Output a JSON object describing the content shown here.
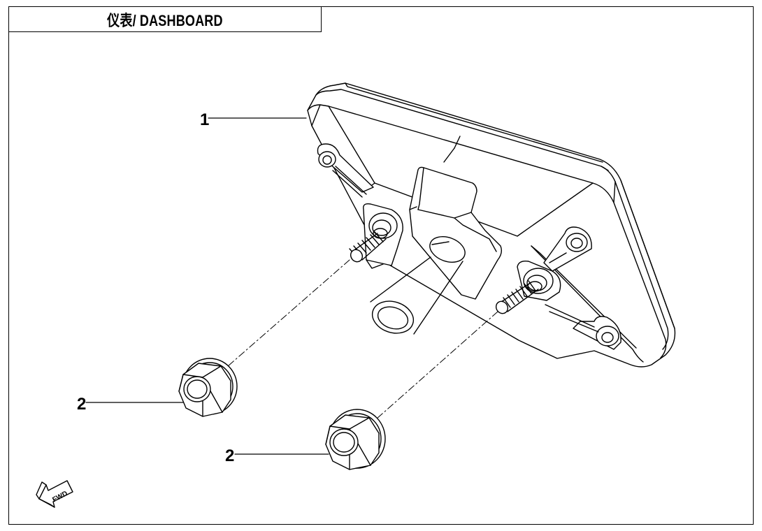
{
  "header": {
    "title": "仪表/ DASHBOARD"
  },
  "callouts": [
    {
      "number": "1",
      "part": "dashboard-assembly"
    },
    {
      "number": "2",
      "part": "flange-nut"
    },
    {
      "number": "2",
      "part": "flange-nut"
    }
  ],
  "fwd_indicator": {
    "label": "FWD",
    "icon": "forward-arrow-icon"
  }
}
